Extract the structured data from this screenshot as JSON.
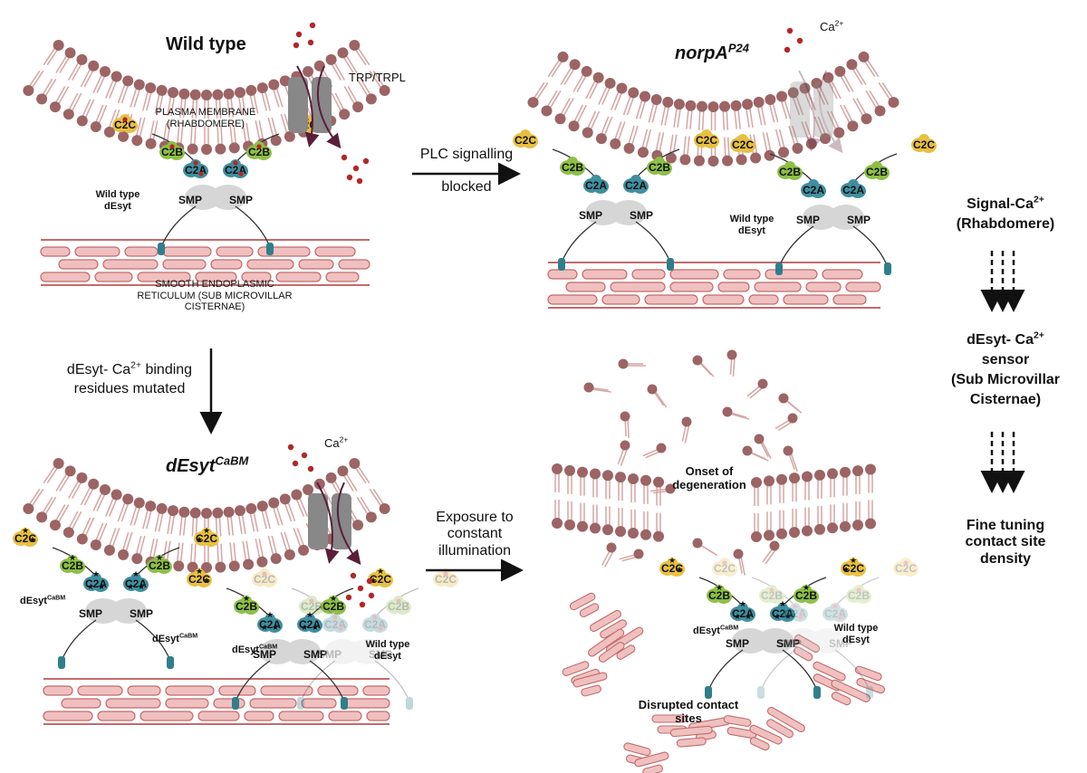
{
  "panels": {
    "wild_type": {
      "title": "Wild type",
      "channel": "TRP/TRPL",
      "membrane": "PLASMA MEMBRANE (RHABDOMERE)",
      "er": "SMOOTH ENDOPLASMIC RETICULUM (SUB MICROVILLAR CISTERNAE)",
      "protein": "Wild type dEsyt"
    },
    "norpa": {
      "title": "norpA",
      "title_sup": "P24",
      "ca": "Ca",
      "ca_sup": "2+",
      "protein": "Wild type dEsyt"
    },
    "cabm": {
      "title": "dEsyt",
      "title_sup": "CaBM",
      "ca": "Ca",
      "ca_sup": "2+",
      "mutant": "dEsyt",
      "mutant_sup": "CaBM",
      "wt_protein": "Wild type dEsyt"
    },
    "degen": {
      "onset": "Onset of degeneration",
      "disrupted": "Disrupted contact sites",
      "mutant": "dEsyt",
      "mutant_sup": "CaBM",
      "wt_protein": "Wild type dEsyt"
    }
  },
  "domains": {
    "c2c": "C2C",
    "c2b": "C2B",
    "c2a": "C2A",
    "smp": "SMP"
  },
  "arrows": {
    "plc_line1": "PLC signalling",
    "plc_line2": "blocked",
    "mut_line1": "dEsyt- Ca",
    "mut_sup": "2+",
    "mut_line1_end": " binding",
    "mut_line2": "residues mutated",
    "expo": "Exposure to constant illumination"
  },
  "sidebar": {
    "step1": "Signal-Ca",
    "step1_sup": "2+",
    "step1_sub": "(Rhabdomere)",
    "step2a": "dEsyt- Ca",
    "step2_sup": "2+",
    "step2b": "sensor",
    "step2c": "(Sub Microvillar",
    "step2d": "Cisternae)",
    "step3": "Fine tuning contact site density"
  },
  "colors": {
    "lipid_head": "#9c6464",
    "lipid_tail": "#d6a5a5",
    "er_fill": "#f0c0c0",
    "er_stroke": "#c26b6b",
    "channel": "#888888",
    "channel_arrow": "#5a1e3a",
    "calcium": "#b32626",
    "c2c": "#e8c040",
    "c2b": "#8dc045",
    "c2a": "#3f8fa0",
    "smp": "#d6d6d6",
    "anchor": "#2f7f8a"
  }
}
